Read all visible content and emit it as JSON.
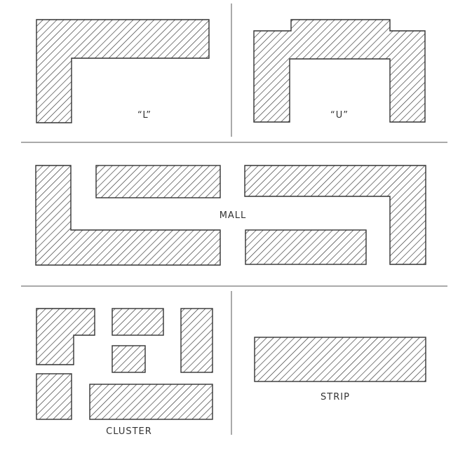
{
  "labels": {
    "l_shape": "“L”",
    "u_shape": "“U”",
    "mall": "MALL",
    "cluster": "CLUSTER",
    "strip": "STRIP"
  },
  "colors": {
    "line": "#333333",
    "background": "#ffffff"
  }
}
